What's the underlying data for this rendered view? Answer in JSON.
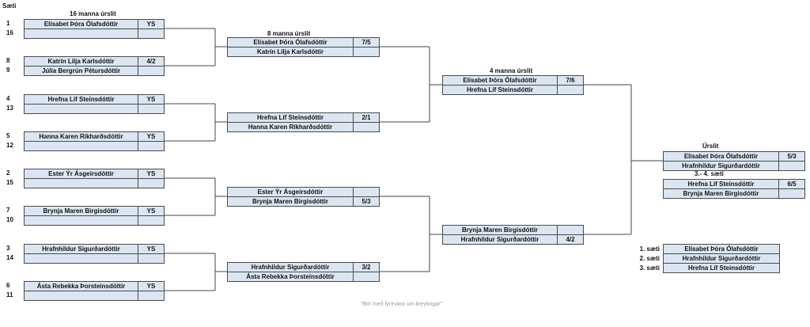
{
  "header": {
    "title": "Sæti"
  },
  "rounds": {
    "r16": "16 manna úrslit",
    "r8": "8 manna úrslit",
    "r4": "4 manna úrslit",
    "final": "Úrslit",
    "third": "3.- 4. sæti"
  },
  "r16_matches": [
    {
      "seeds": [
        "1",
        "16"
      ],
      "players": [
        "Elísabet Þóra Ólafsdóttir",
        ""
      ],
      "scores": [
        "YS",
        ""
      ]
    },
    {
      "seeds": [
        "8",
        "9"
      ],
      "players": [
        "Katrín Lilja Karlsdóttir",
        "Júlía Bergrún Pétursdóttir"
      ],
      "scores": [
        "4/2",
        ""
      ]
    },
    {
      "seeds": [
        "4",
        "13"
      ],
      "players": [
        "Hrefna Líf Steinsdóttir",
        ""
      ],
      "scores": [
        "YS",
        ""
      ]
    },
    {
      "seeds": [
        "5",
        "12"
      ],
      "players": [
        "Hanna Karen Ríkharðsdóttir",
        ""
      ],
      "scores": [
        "YS",
        ""
      ]
    },
    {
      "seeds": [
        "2",
        "15"
      ],
      "players": [
        "Ester Ýr Ásgeirsdóttir",
        ""
      ],
      "scores": [
        "YS",
        ""
      ]
    },
    {
      "seeds": [
        "7",
        "10"
      ],
      "players": [
        "Brynja Maren Birgisdóttir",
        ""
      ],
      "scores": [
        "YS",
        ""
      ]
    },
    {
      "seeds": [
        "3",
        "14"
      ],
      "players": [
        "Hrafnhildur Sigurðardóttir",
        ""
      ],
      "scores": [
        "YS",
        ""
      ]
    },
    {
      "seeds": [
        "6",
        "11"
      ],
      "players": [
        "Ásta Rebekka Þorsteinsdóttir",
        ""
      ],
      "scores": [
        "YS",
        ""
      ]
    }
  ],
  "r8_matches": [
    {
      "players": [
        "Elísabet Þóra Ólafsdóttir",
        "Katrín Lilja Karlsdóttir"
      ],
      "scores": [
        "7/5",
        ""
      ]
    },
    {
      "players": [
        "Hrefna Líf Steinsdóttir",
        "Hanna Karen Ríkharðsdóttir"
      ],
      "scores": [
        "2/1",
        ""
      ]
    },
    {
      "players": [
        "Ester Ýr Ásgeirsdóttir",
        "Brynja Maren Birgisdóttir"
      ],
      "scores": [
        "",
        "5/3"
      ]
    },
    {
      "players": [
        "Hrafnhildur Sigurðardóttir",
        "Ásta Rebekka Þorsteinsdóttir"
      ],
      "scores": [
        "3/2",
        ""
      ]
    }
  ],
  "r4_matches": [
    {
      "players": [
        "Elísabet Þóra Ólafsdóttir",
        "Hrefna Líf Steinsdóttir"
      ],
      "scores": [
        "7/6",
        ""
      ]
    },
    {
      "players": [
        "Brynja Maren Birgisdóttir",
        "Hrafnhildur Sigurðardóttir"
      ],
      "scores": [
        "",
        "4/2"
      ]
    }
  ],
  "final_match": {
    "players": [
      "Elísabet Þóra Ólafsdóttir",
      "Hrafnhildur Sigurðardóttir"
    ],
    "scores": [
      "5/3",
      ""
    ]
  },
  "third_match": {
    "players": [
      "Hrefna Líf Steinsdóttir",
      "Brynja Maren Birgisdóttir"
    ],
    "scores": [
      "6/5",
      ""
    ]
  },
  "placings": [
    {
      "place": "1. sæti",
      "name": "Elísabet Þóra Ólafsdóttir"
    },
    {
      "place": "2. sæti",
      "name": "Hrafnhildur Sigurðardóttir"
    },
    {
      "place": "3. sæti",
      "name": "Hrefna Líf Steinsdóttir"
    }
  ],
  "footnote": "\"Birt með fyrirvara um breytingar\""
}
